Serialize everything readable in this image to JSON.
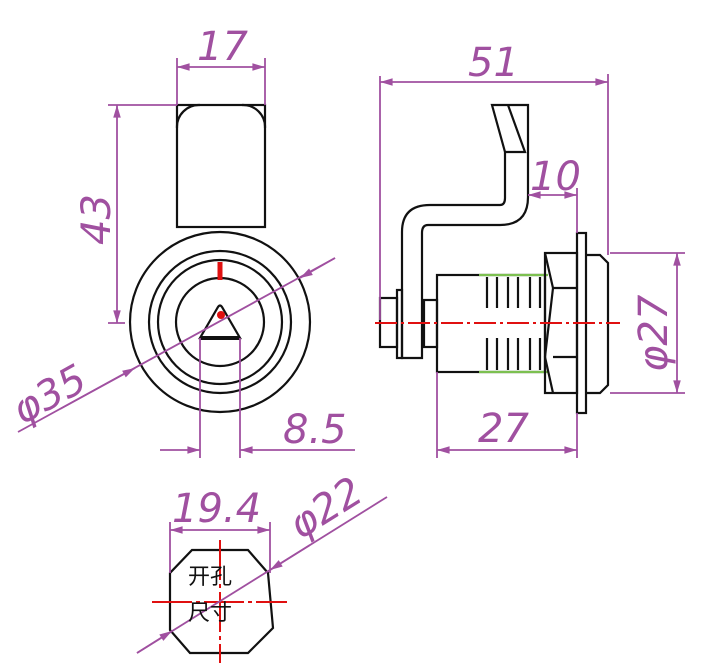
{
  "dimensions": {
    "width_17": "17",
    "height_43": "43",
    "diameter_35": "φ35",
    "key_8_5": "8.5",
    "length_51": "51",
    "offset_10": "10",
    "diameter_27": "φ27",
    "body_27": "27",
    "cutout_19_4": "19.4",
    "cutout_diameter_22": "φ22"
  },
  "labels": {
    "cutout_line1": "开孔",
    "cutout_line2": "尺寸"
  },
  "colors": {
    "outline": "#111111",
    "dimension": "#a050a0",
    "centerline": "#e01010",
    "thread": "#7cc050"
  }
}
